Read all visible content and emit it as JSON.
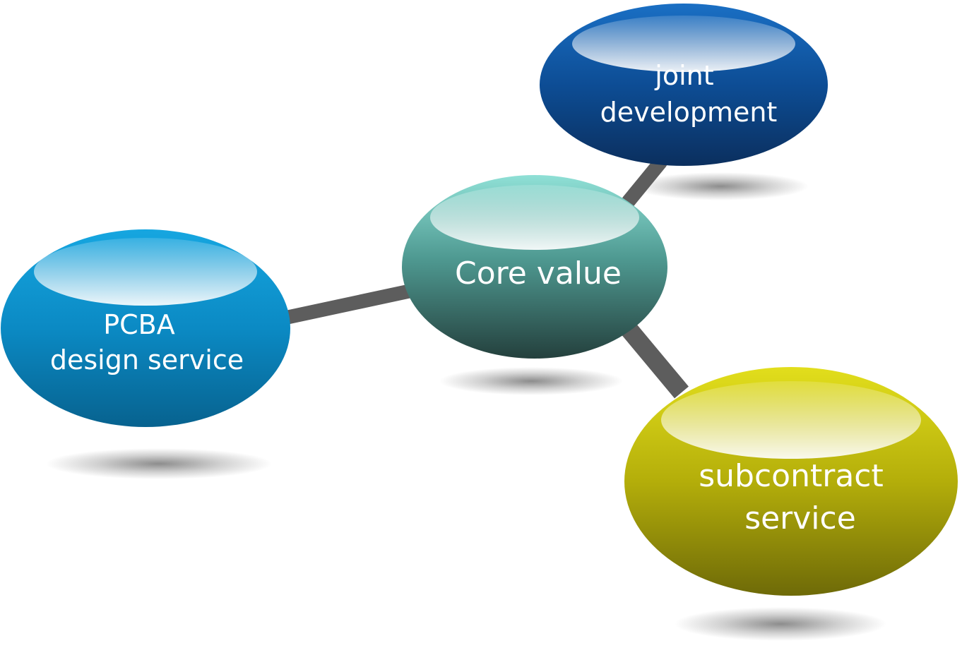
{
  "diagram": {
    "center": {
      "label": "Core value",
      "color_top": "#8fe0d6",
      "color_bottom": "#24403d"
    },
    "nodes": [
      {
        "id": "joint-development",
        "lines": [
          "joint",
          "development"
        ],
        "color_top": "#1a6fc4",
        "color_bottom": "#0b2f5e"
      },
      {
        "id": "pcba-design-service",
        "lines": [
          "PCBA",
          "design service"
        ],
        "color_top": "#16a6e0",
        "color_bottom": "#07628f"
      },
      {
        "id": "subcontract-service",
        "lines": [
          "subcontract",
          "service"
        ],
        "color_top": "#e2de1c",
        "color_bottom": "#6e6a08"
      }
    ],
    "connector_color": "#5d5d5d"
  }
}
